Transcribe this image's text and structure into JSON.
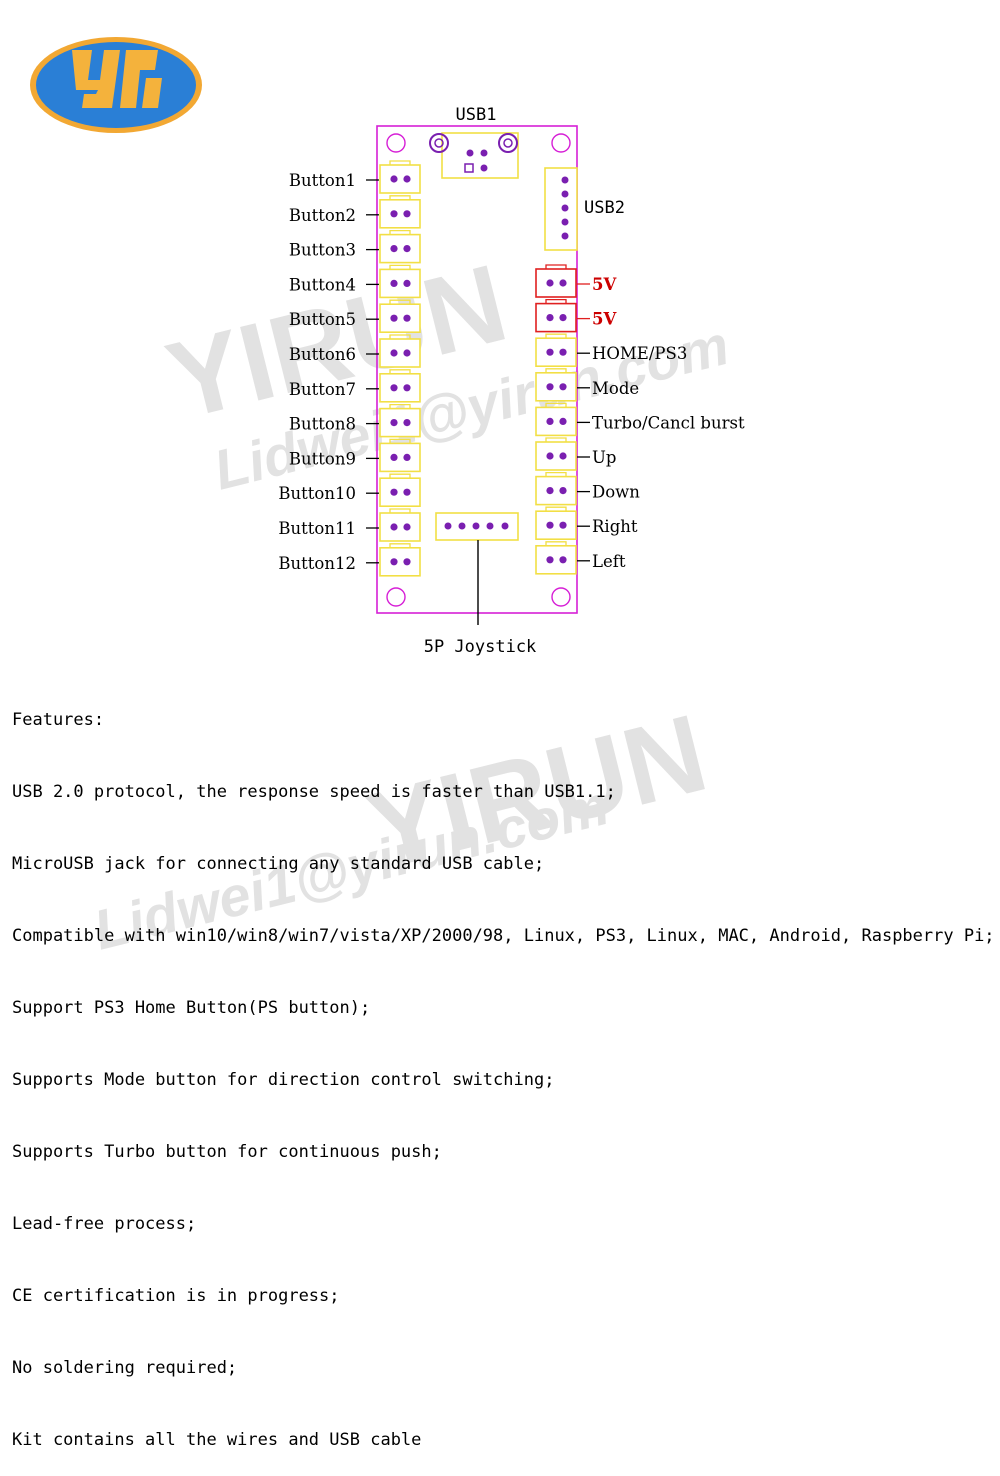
{
  "logo": {
    "text": "YR",
    "colors": {
      "outer": "#f2a833",
      "inner": "#2a7fd6",
      "glyph": "#f4b23c"
    }
  },
  "watermark": {
    "lines": [
      "YIRUN",
      "YIRUN",
      "Lidwei1@yirun.com",
      "Lidwei1@yirun.com"
    ]
  },
  "board": {
    "usb1_label": "USB1",
    "usb2_label": "USB2",
    "joystick_label": "5P Joystick",
    "left_buttons": [
      "Button1",
      "Button2",
      "Button3",
      "Button4",
      "Button5",
      "Button6",
      "Button7",
      "Button8",
      "Button9",
      "Button10",
      "Button11",
      "Button12"
    ],
    "right_labels": [
      "5V",
      "5V",
      "HOME/PS3",
      "Mode",
      "Turbo/Cancl burst",
      "Up",
      "Down",
      "Right",
      "Left"
    ],
    "colors": {
      "outline": "#d61fd6",
      "connector": "#f2df45",
      "pin": "#7a1fb0",
      "power_outline": "#e02020",
      "power_label": "#cc0000"
    }
  },
  "features": {
    "heading": "Features:",
    "items": [
      "USB 2.0 protocol, the response speed is faster than USB1.1;",
      "MicroUSB jack for connecting any standard USB cable;",
      "Compatible with win10/win8/win7/vista/XP/2000/98, Linux, PS3, Linux, MAC, Android, Raspberry Pi;",
      "Support PS3 Home Button(PS button);",
      "Supports Mode button for direction control switching;",
      "Supports Turbo button for continuous push;",
      "Lead-free process;",
      "CE certification is in progress;",
      "No soldering required;",
      "Kit contains all the wires and USB cable"
    ]
  }
}
